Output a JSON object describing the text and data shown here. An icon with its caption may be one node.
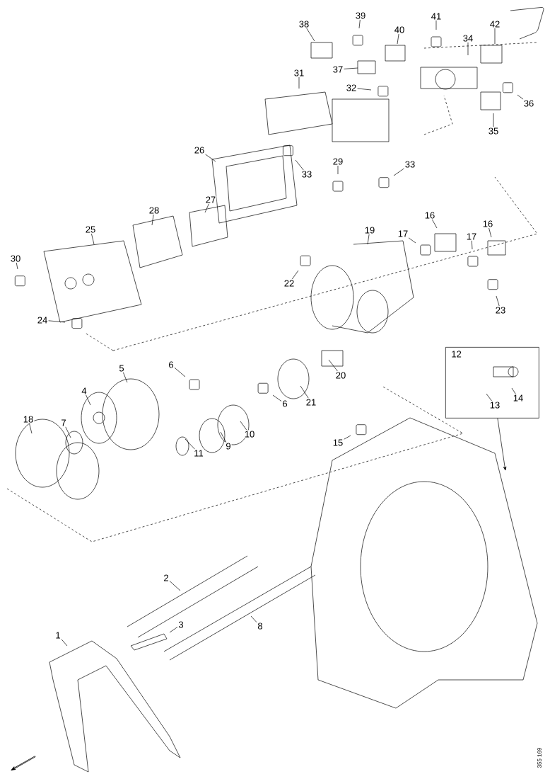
{
  "diagram": {
    "nodes": [
      {
        "text": [
          "39"
        ]
      },
      {
        "text": [
          "41"
        ]
      },
      {
        "text": [
          "38"
        ]
      },
      {
        "text": [
          "42"
        ]
      },
      {
        "text": [
          "40"
        ]
      },
      {
        "text": [
          "34"
        ]
      },
      {
        "text": [
          "31"
        ]
      },
      {
        "text": [
          "37"
        ]
      },
      {
        "text": [
          "32"
        ]
      },
      {
        "text": [
          "36"
        ]
      },
      {
        "text": [
          "35"
        ]
      },
      {
        "text": [
          "26"
        ]
      },
      {
        "text": [
          "29"
        ]
      },
      {
        "text": [
          "33"
        ]
      },
      {
        "text": [
          "33"
        ]
      },
      {
        "text": [
          "27"
        ]
      },
      {
        "text": [
          "28"
        ]
      },
      {
        "text": [
          "16"
        ]
      },
      {
        "text": [
          "19"
        ]
      },
      {
        "text": [
          "17"
        ]
      },
      {
        "text": [
          "16"
        ]
      },
      {
        "text": [
          "17"
        ]
      },
      {
        "text": [
          "25"
        ]
      },
      {
        "text": [
          "30"
        ]
      },
      {
        "text": [
          "22"
        ]
      },
      {
        "text": [
          "23"
        ]
      },
      {
        "text": [
          "24"
        ]
      },
      {
        "text": [
          "12"
        ]
      },
      {
        "text": [
          "20"
        ]
      },
      {
        "text": [
          "6"
        ]
      },
      {
        "text": [
          "5"
        ]
      },
      {
        "text": [
          "13"
        ],
        "in": 27
      },
      {
        "text": [
          "14"
        ],
        "in": 27
      },
      {
        "text": [
          "21"
        ]
      },
      {
        "text": [
          "6"
        ]
      },
      {
        "text": [
          "4"
        ]
      },
      {
        "text": [
          "18"
        ]
      },
      {
        "text": [
          "7"
        ]
      },
      {
        "text": [
          "10"
        ]
      },
      {
        "text": [
          "9"
        ]
      },
      {
        "text": [
          "11"
        ]
      },
      {
        "text": [
          "15"
        ]
      },
      {
        "text": [
          "2"
        ]
      },
      {
        "text": [
          "3"
        ]
      },
      {
        "text": [
          "8"
        ]
      },
      {
        "text": [
          "1"
        ]
      }
    ],
    "edges": [
      {
        "from": 0,
        "to": null,
        "arrow": "none"
      },
      {
        "from": 1,
        "to": null,
        "arrow": "none"
      },
      {
        "from": 2,
        "to": null,
        "arrow": "none"
      },
      {
        "from": 3,
        "to": null,
        "arrow": "none"
      },
      {
        "from": 4,
        "to": null,
        "arrow": "none"
      },
      {
        "from": 5,
        "to": null,
        "arrow": "none"
      },
      {
        "from": 6,
        "to": null,
        "arrow": "none"
      },
      {
        "from": 7,
        "to": null,
        "arrow": "none"
      },
      {
        "from": 8,
        "to": null,
        "arrow": "none"
      },
      {
        "from": 9,
        "to": null,
        "arrow": "none"
      },
      {
        "from": 10,
        "to": null,
        "arrow": "none"
      },
      {
        "from": 11,
        "to": null,
        "arrow": "none"
      },
      {
        "from": 12,
        "to": null,
        "arrow": "none"
      },
      {
        "from": 13,
        "to": null,
        "arrow": "none"
      },
      {
        "from": 14,
        "to": null,
        "arrow": "none"
      },
      {
        "from": 15,
        "to": null,
        "arrow": "none"
      },
      {
        "from": 16,
        "to": null,
        "arrow": "none"
      },
      {
        "from": 17,
        "to": null,
        "arrow": "none"
      },
      {
        "from": 18,
        "to": null,
        "arrow": "none"
      },
      {
        "from": 19,
        "to": null,
        "arrow": "none"
      },
      {
        "from": 20,
        "to": null,
        "arrow": "none"
      },
      {
        "from": 21,
        "to": null,
        "arrow": "none"
      },
      {
        "from": 22,
        "to": null,
        "arrow": "none"
      },
      {
        "from": 23,
        "to": null,
        "arrow": "none"
      },
      {
        "from": 24,
        "to": null,
        "arrow": "none"
      },
      {
        "from": 25,
        "to": null,
        "arrow": "none"
      },
      {
        "from": 26,
        "to": null,
        "arrow": "none"
      },
      {
        "from": 27,
        "to": null,
        "arrow": "to"
      },
      {
        "from": 28,
        "to": null,
        "arrow": "none"
      },
      {
        "from": 29,
        "to": null,
        "arrow": "none"
      },
      {
        "from": 30,
        "to": null,
        "arrow": "none"
      },
      {
        "from": 31,
        "to": null,
        "arrow": "none"
      },
      {
        "from": 32,
        "to": null,
        "arrow": "none"
      },
      {
        "from": 33,
        "to": null,
        "arrow": "none"
      },
      {
        "from": 34,
        "to": null,
        "arrow": "none"
      },
      {
        "from": 35,
        "to": null,
        "arrow": "none"
      },
      {
        "from": 36,
        "to": null,
        "arrow": "none"
      },
      {
        "from": 37,
        "to": null,
        "arrow": "none"
      },
      {
        "from": 38,
        "to": null,
        "arrow": "none"
      },
      {
        "from": 39,
        "to": null,
        "arrow": "none"
      },
      {
        "from": 40,
        "to": null,
        "arrow": "none"
      },
      {
        "from": 41,
        "to": null,
        "arrow": "none"
      },
      {
        "from": 42,
        "to": null,
        "arrow": "none"
      },
      {
        "from": 43,
        "to": null,
        "arrow": "none"
      },
      {
        "from": 44,
        "to": null,
        "arrow": "none"
      },
      {
        "from": 45,
        "to": null,
        "arrow": "none"
      }
    ],
    "labels": [
      "355 169"
    ]
  }
}
